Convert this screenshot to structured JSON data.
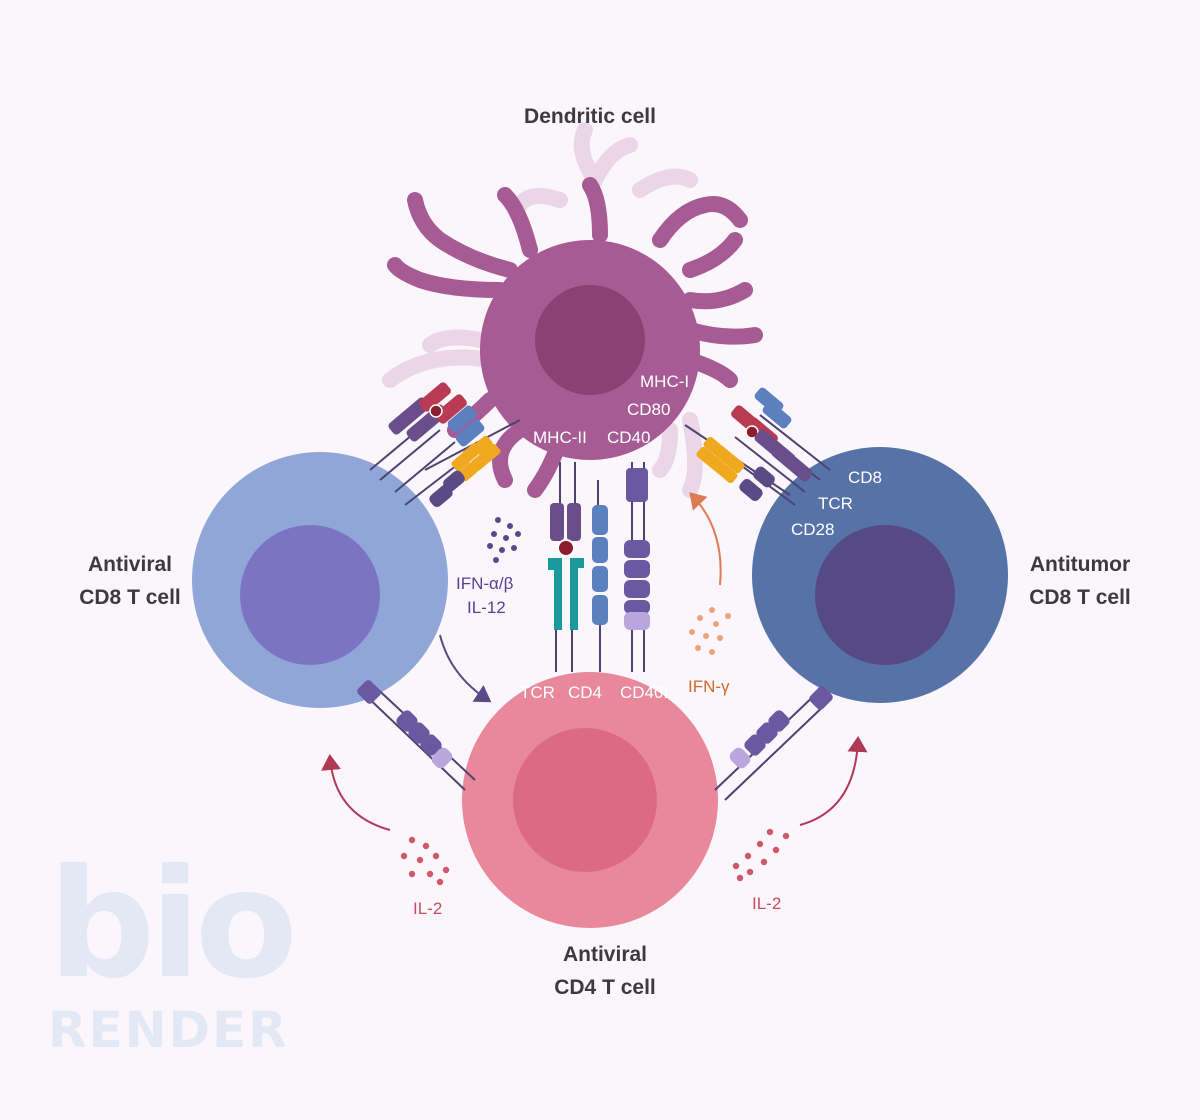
{
  "cells": {
    "dendritic": {
      "title": "Dendritic cell"
    },
    "cd8_antiviral": {
      "line1": "Antiviral",
      "line2": "CD8 T cell"
    },
    "cd8_antitumor": {
      "line1": "Antitumor",
      "line2": "CD8 T cell"
    },
    "cd4_antiviral": {
      "line1": "Antiviral",
      "line2": "CD4 T cell"
    }
  },
  "molecules": {
    "mhc_i": "MHC-I",
    "cd80": "CD80",
    "mhc_ii": "MHC-II",
    "cd40": "CD40",
    "cd8": "CD8",
    "tcr_right": "TCR",
    "cd28": "CD28",
    "tcr_center": "TCR",
    "cd4": "CD4",
    "cd40l": "CD40L"
  },
  "cytokines": {
    "ifn_ab": "IFN-α/β",
    "il12": "IL-12",
    "ifn_g": "IFN-γ",
    "il2_left": "IL-2",
    "il2_right": "IL-2"
  },
  "watermark": {
    "line1": "bio",
    "line2": "RENDER"
  },
  "colors": {
    "background": "#fbf6fb",
    "dendritic": "#a65b94",
    "dendritic_nucleus": "#8a4275",
    "cd8_antiviral": "#8fa6d6",
    "cd8_antiviral_nucleus": "#7b74c2",
    "cd8_antitumor": "#5672a6",
    "cd8_antitumor_nucleus": "#564a85",
    "cd4": "#e8889a",
    "cd4_nucleus": "#dc6a82"
  }
}
